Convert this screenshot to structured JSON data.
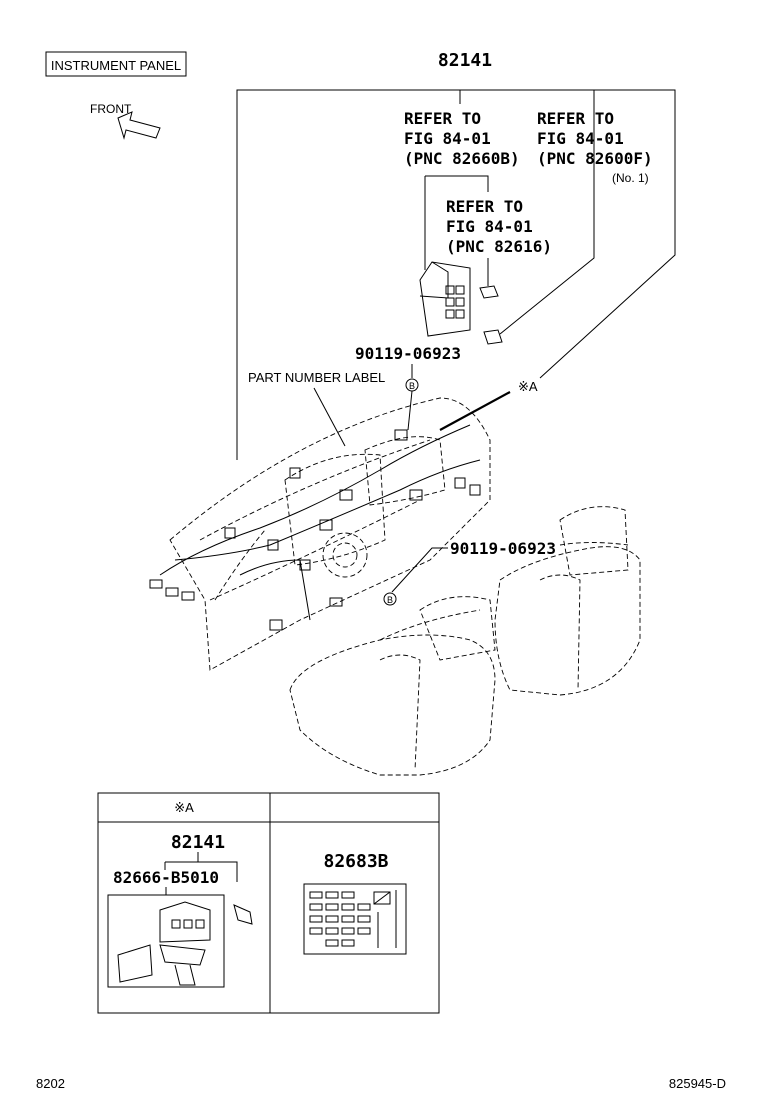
{
  "header": {
    "section_label": "INSTRUMENT PANEL",
    "front_label": "FRONT"
  },
  "callouts": {
    "main_part": "82141",
    "ref1": {
      "line1": "REFER TO",
      "line2": "FIG 84-01",
      "line3": "(PNC 82660B)"
    },
    "ref2": {
      "line1": "REFER TO",
      "line2": "FIG 84-01",
      "line3": "(PNC 82600F)",
      "note": "(No. 1)"
    },
    "ref3": {
      "line1": "REFER TO",
      "line2": "FIG 84-01",
      "line3": "(PNC 82616)"
    },
    "clip_top": "90119-06923",
    "clip_top_marker": "B",
    "part_number_label": "PART NUMBER LABEL",
    "detail_marker": "※A",
    "clip_bottom": "90119-06923",
    "clip_bottom_marker": "B"
  },
  "detail_table": {
    "left_header": "※A",
    "right_header": "",
    "left_part": "82141",
    "left_subpart": "82666-B5010",
    "right_part": "82683B"
  },
  "footer": {
    "left_code": "8202",
    "right_code": "825945-D"
  }
}
